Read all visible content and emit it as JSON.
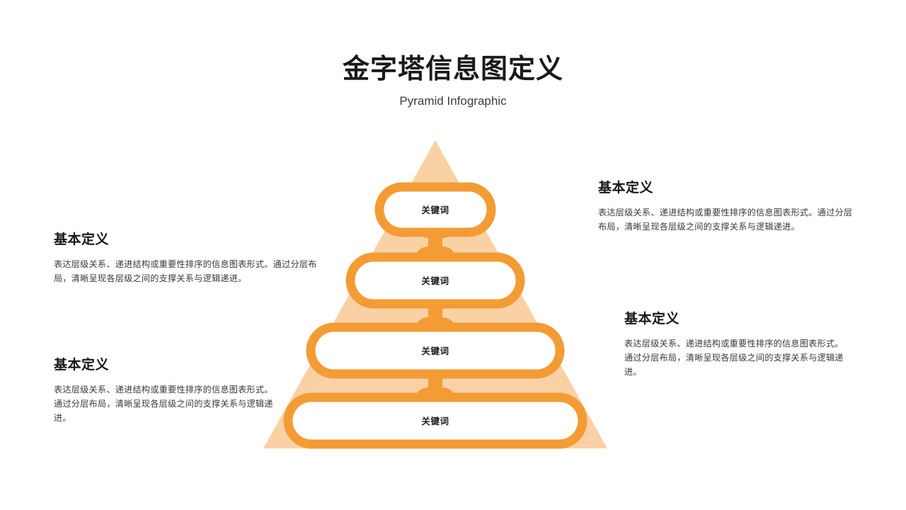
{
  "header": {
    "title": "金字塔信息图定义",
    "subtitle": "Pyramid Infographic"
  },
  "theme": {
    "triangle_fill": "#FAD1A5",
    "pill_stroke": "#F39C35",
    "pill_fill": "#FFFFFF",
    "text_dark": "#1A1A1A",
    "text_body": "#3A3A3A",
    "background": "#FFFFFF"
  },
  "chart_data": {
    "type": "pyramid",
    "title": "金字塔信息图定义",
    "subtitle": "Pyramid Infographic",
    "levels": [
      {
        "rank": 1,
        "label": "关键词",
        "width_ratio": 0.21
      },
      {
        "rank": 2,
        "label": "关键词",
        "width_ratio": 0.4
      },
      {
        "rank": 3,
        "label": "关键词",
        "width_ratio": 0.715
      },
      {
        "rank": 4,
        "label": "关键词",
        "width_ratio": 0.815
      }
    ],
    "legend_position": "sides",
    "annotations": [
      "基本定义",
      "基本定义",
      "基本定义",
      "基本定义"
    ]
  },
  "pyramid": {
    "levels": [
      {
        "label": "关键词"
      },
      {
        "label": "关键词"
      },
      {
        "label": "关键词"
      },
      {
        "label": "关键词"
      }
    ]
  },
  "blocks": {
    "left_top": {
      "heading": "基本定义",
      "body": "表达层级关系、递进结构或重要性排序的信息图表形式。通过分层布局，清晰呈现各层级之间的支撑关系与逻辑递进。"
    },
    "left_bottom": {
      "heading": "基本定义",
      "body": "表达层级关系、递进结构或重要性排序的信息图表形式。通过分层布局，清晰呈现各层级之间的支撑关系与逻辑递进。"
    },
    "right_top": {
      "heading": "基本定义",
      "body": "表达层级关系、递进结构或重要性排序的信息图表形式。通过分层布局，清晰呈现各层级之间的支撑关系与逻辑递进。"
    },
    "right_bottom": {
      "heading": "基本定义",
      "body": "表达层级关系、递进结构或重要性排序的信息图表形式。通过分层布局，清晰呈现各层级之间的支撑关系与逻辑递进。"
    }
  }
}
